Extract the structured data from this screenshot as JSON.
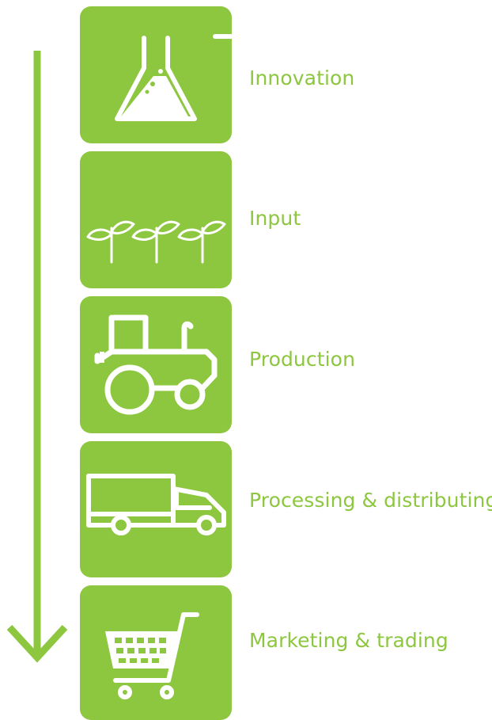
{
  "colors": {
    "accent": "#8dc63f",
    "tile": "#8dc63f",
    "icon": "#ffffff"
  },
  "stages": [
    {
      "label": "Innovation",
      "icon": "flask-icon"
    },
    {
      "label": "Input",
      "icon": "seedlings-icon"
    },
    {
      "label": "Production",
      "icon": "tractor-icon"
    },
    {
      "label": "Processing & distributing",
      "icon": "truck-icon"
    },
    {
      "label": "Marketing & trading",
      "icon": "shopping-cart-icon"
    }
  ]
}
